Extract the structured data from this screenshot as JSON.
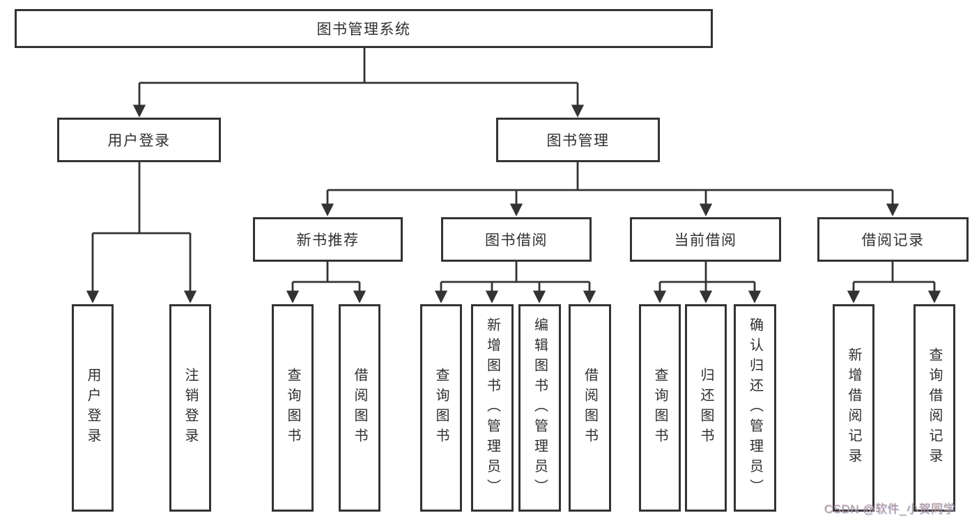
{
  "diagram": {
    "title": "图书管理系统",
    "tree": {
      "label": "图书管理系统",
      "children": [
        {
          "label": "用户登录",
          "children": [
            {
              "label": "用户登录"
            },
            {
              "label": "注销登录"
            }
          ]
        },
        {
          "label": "图书管理",
          "children": [
            {
              "label": "新书推荐",
              "children": [
                {
                  "label": "查询图书"
                },
                {
                  "label": "借阅图书"
                }
              ]
            },
            {
              "label": "图书借阅",
              "children": [
                {
                  "label": "查询图书"
                },
                {
                  "label": "新增图书（管理员）"
                },
                {
                  "label": "编辑图书（管理员）"
                },
                {
                  "label": "借阅图书"
                }
              ]
            },
            {
              "label": "当前借阅",
              "children": [
                {
                  "label": "查询图书"
                },
                {
                  "label": "归还图书"
                },
                {
                  "label": "确认归还（管理员）"
                }
              ]
            },
            {
              "label": "借阅记录",
              "children": [
                {
                  "label": "新增借阅记录"
                },
                {
                  "label": "查询借阅记录"
                }
              ]
            }
          ]
        }
      ]
    }
  },
  "watermark": {
    "text": "CSDN @软件_小贺同学"
  },
  "colors": {
    "line": "#333333",
    "box_border": "#333333",
    "box_bg": "#ffffff",
    "text": "#2f2f2f",
    "watermark": "#9c9c9c",
    "background": "#ffffff"
  }
}
